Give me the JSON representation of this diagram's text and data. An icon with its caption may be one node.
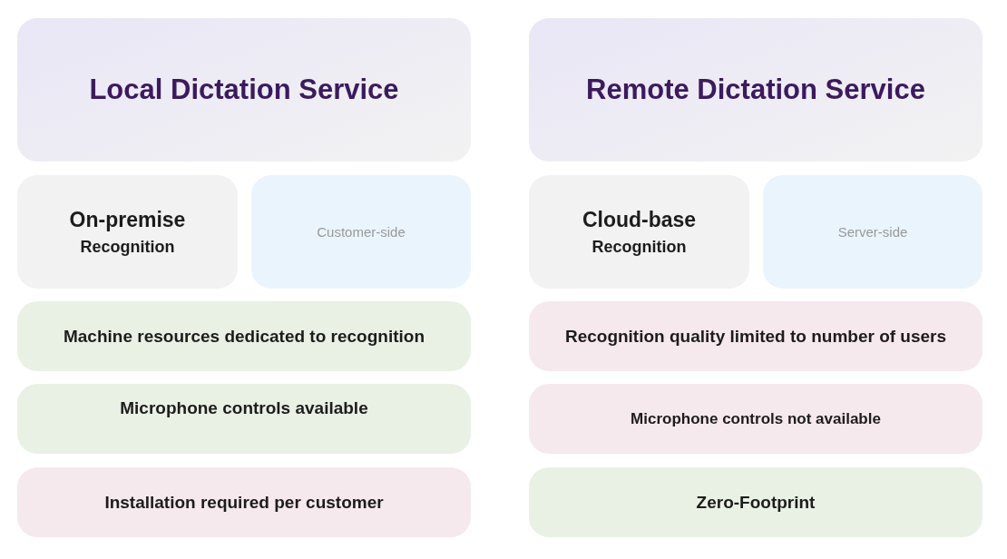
{
  "diagram": {
    "nodes": [
      {
        "text": [
          "Local Dictation Service"
        ]
      },
      {
        "text": [
          "Remote Dictation Service"
        ]
      },
      {
        "text": [
          "On-premise",
          "Recognition"
        ]
      },
      {
        "text": [
          "Customer-side"
        ]
      },
      {
        "text": [
          "Cloud-base",
          "Recognition"
        ]
      },
      {
        "text": [
          "Server-side"
        ]
      },
      {
        "text": [
          "Machine resources dedicated to recognition"
        ]
      },
      {
        "text": [
          "Recognition quality limited to number of users"
        ]
      },
      {
        "text": [
          "Microphone controls available"
        ]
      },
      {
        "text": [
          "Microphone controls not available"
        ]
      },
      {
        "text": [
          "Installation required per customer"
        ]
      },
      {
        "text": [
          "Zero-Footprint"
        ]
      }
    ]
  }
}
